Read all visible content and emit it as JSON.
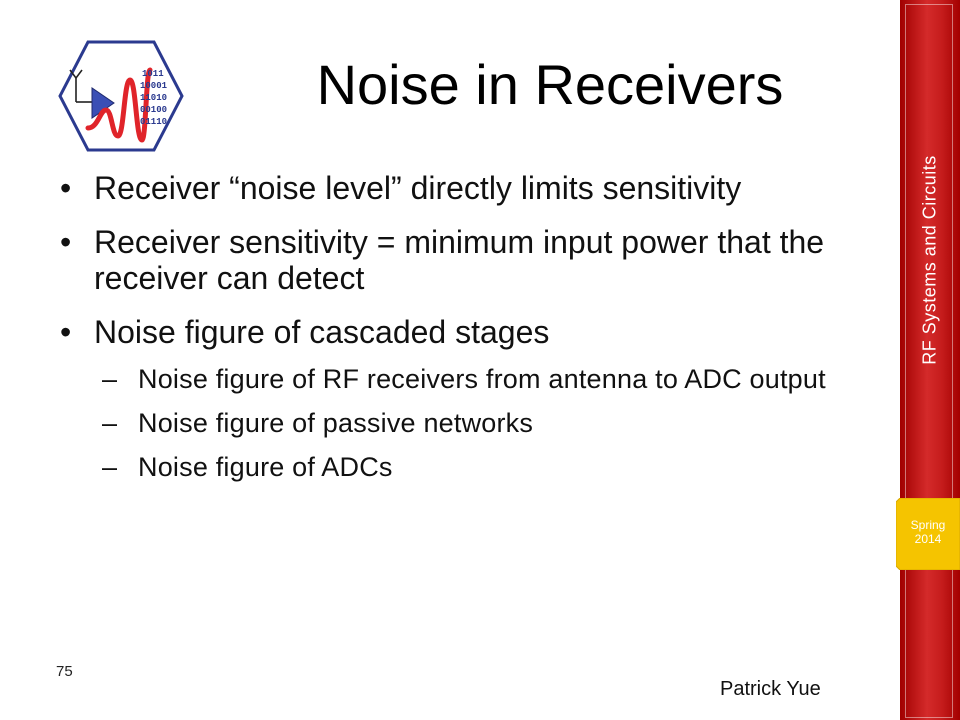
{
  "slide": {
    "title": "Noise in Receivers",
    "bullets": [
      {
        "text": "Receiver “noise level” directly limits sensitivity"
      },
      {
        "text": "Receiver sensitivity = minimum input power that the receiver can detect"
      },
      {
        "text": "Noise figure of cascaded stages",
        "sub": [
          "Noise figure of RF receivers from antenna to ADC output",
          "Noise figure of passive networks",
          "Noise figure of ADCs"
        ]
      }
    ],
    "bullet_symbol": "•",
    "sub_symbol": "–",
    "page_number": "75",
    "author": "Patrick Yue"
  },
  "sidebar": {
    "course": "RF Systems and Circuits",
    "term_line1": "Spring",
    "term_line2": "2014"
  },
  "logo": {
    "binary_rows": [
      "1011",
      "10001",
      "11010",
      "00100",
      "01110"
    ]
  },
  "colors": {
    "sidebar_red": "#c51c1c",
    "badge_yellow": "#f5c400",
    "logo_border": "#2b3a8f",
    "wave_red": "#e0242a",
    "binary_blue": "#2b3a8f"
  }
}
